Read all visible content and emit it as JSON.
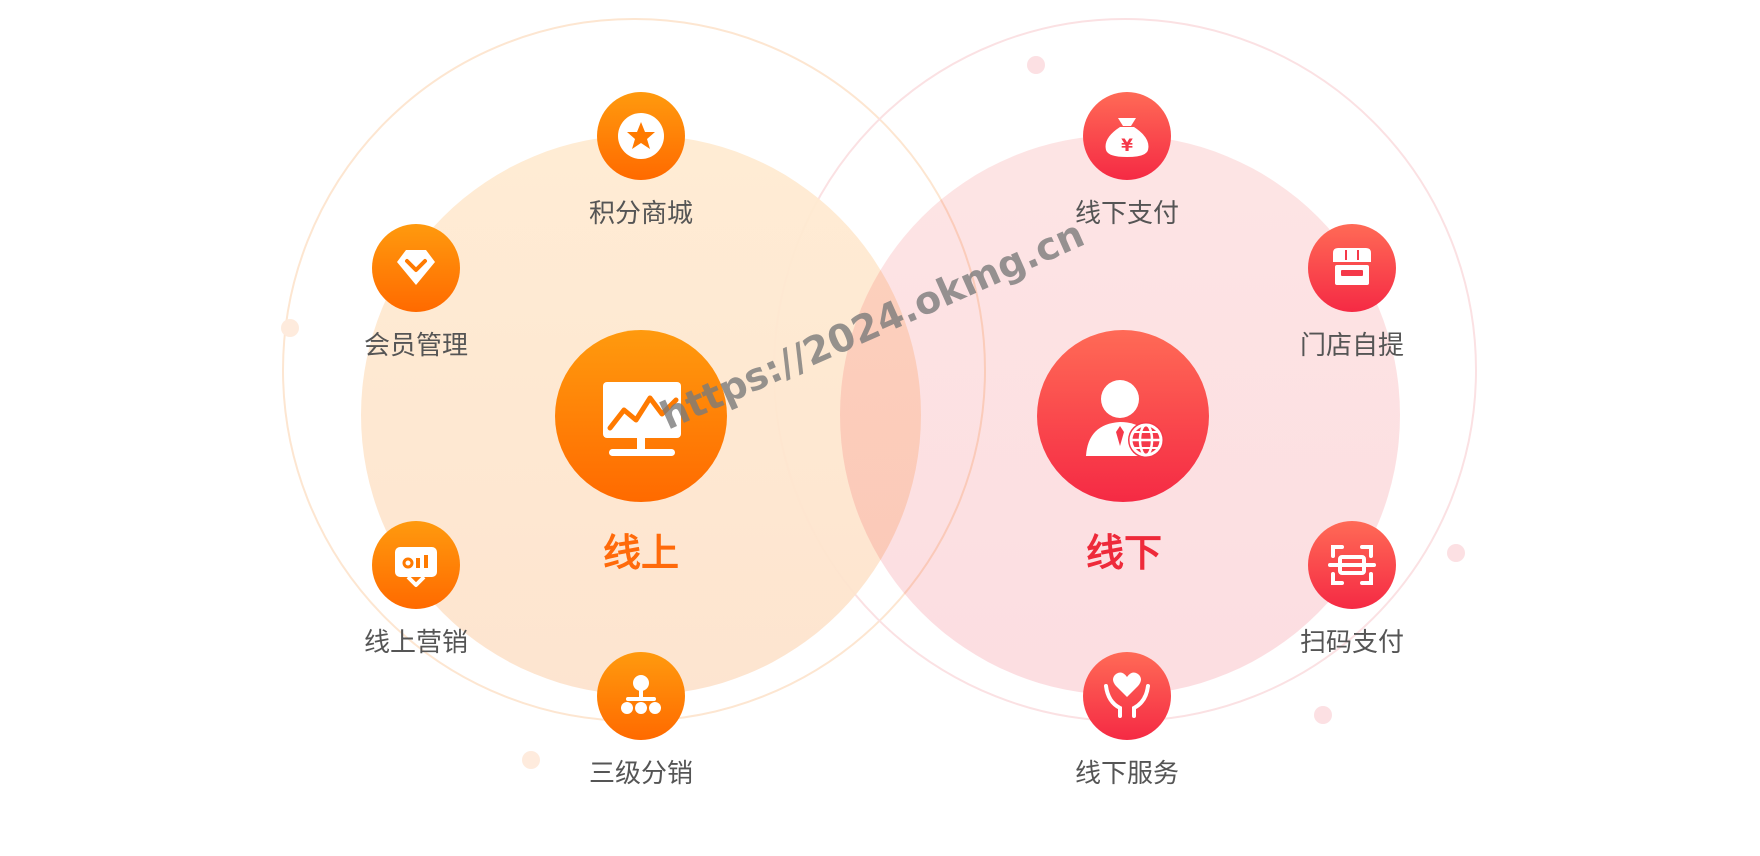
{
  "online": {
    "title": "线上",
    "center_icon": "monitor-chart-icon",
    "accent": "#FF7A00",
    "items": [
      {
        "label": "积分商城",
        "icon": "star-coin-icon"
      },
      {
        "label": "会员管理",
        "icon": "diamond-icon"
      },
      {
        "label": "线上营销",
        "icon": "presentation-chart-icon"
      },
      {
        "label": "三级分销",
        "icon": "hierarchy-icon"
      }
    ]
  },
  "offline": {
    "title": "线下",
    "center_icon": "user-globe-icon",
    "accent": "#F0303F",
    "items": [
      {
        "label": "线下支付",
        "icon": "money-bag-icon"
      },
      {
        "label": "门店自提",
        "icon": "storefront-icon"
      },
      {
        "label": "扫码支付",
        "icon": "scan-icon"
      },
      {
        "label": "线下服务",
        "icon": "hand-heart-icon"
      }
    ]
  },
  "watermark": "https://2024.okmg.cn"
}
